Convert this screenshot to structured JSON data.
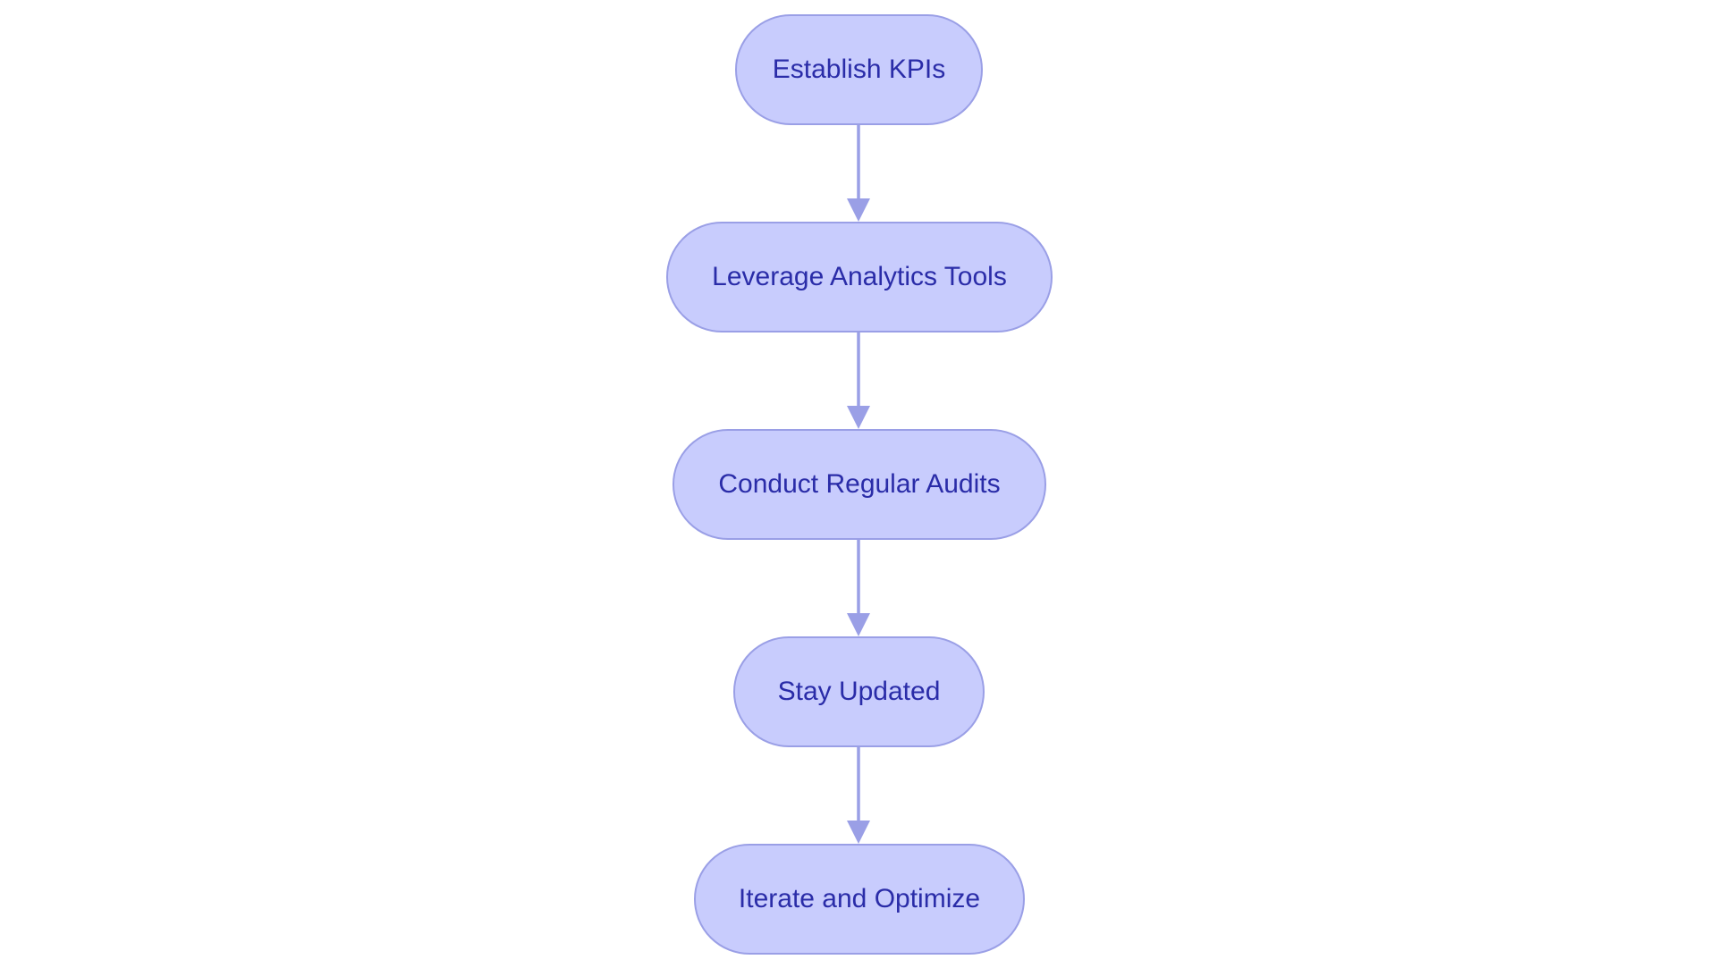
{
  "colors": {
    "background": "#ffffff",
    "node_fill": "#c8ccfd",
    "node_border": "#9a9fe6",
    "node_text": "#2a2ca8",
    "edge": "#9a9fe6"
  },
  "flowchart": {
    "nodes": [
      {
        "id": "establish-kpis",
        "label": "Establish KPIs"
      },
      {
        "id": "leverage-analytics-tools",
        "label": "Leverage Analytics Tools"
      },
      {
        "id": "conduct-regular-audits",
        "label": "Conduct Regular Audits"
      },
      {
        "id": "stay-updated",
        "label": "Stay Updated"
      },
      {
        "id": "iterate-and-optimize",
        "label": "Iterate and Optimize"
      }
    ],
    "edges": [
      {
        "from": "establish-kpis",
        "to": "leverage-analytics-tools"
      },
      {
        "from": "leverage-analytics-tools",
        "to": "conduct-regular-audits"
      },
      {
        "from": "conduct-regular-audits",
        "to": "stay-updated"
      },
      {
        "from": "stay-updated",
        "to": "iterate-and-optimize"
      }
    ]
  }
}
